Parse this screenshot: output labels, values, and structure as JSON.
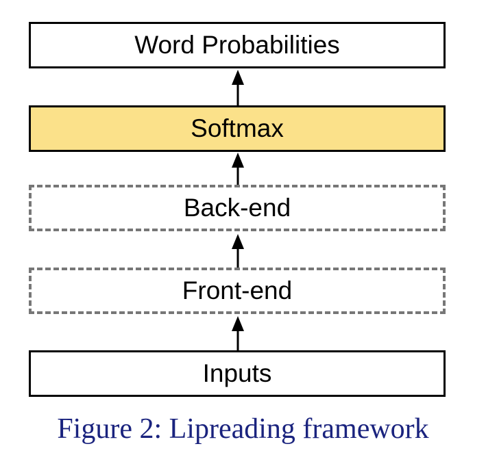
{
  "diagram": {
    "layers": [
      {
        "label": "Word Probabilities",
        "style": "solid"
      },
      {
        "label": "Softmax",
        "style": "solid",
        "fill": "#fbe18a"
      },
      {
        "label": "Back-end",
        "style": "dashed"
      },
      {
        "label": "Front-end",
        "style": "dashed"
      },
      {
        "label": "Inputs",
        "style": "solid"
      }
    ],
    "edges": [
      {
        "from": "Inputs",
        "to": "Front-end"
      },
      {
        "from": "Front-end",
        "to": "Back-end"
      },
      {
        "from": "Back-end",
        "to": "Softmax"
      },
      {
        "from": "Softmax",
        "to": "Word Probabilities"
      }
    ],
    "colors": {
      "softmax_fill": "#fbe18a",
      "dashed_border": "#777777",
      "caption_text": "#1a237e"
    }
  },
  "caption": "Figure 2: Lipreading framework"
}
